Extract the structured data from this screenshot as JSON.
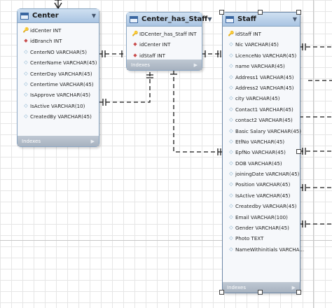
{
  "tables": {
    "center": {
      "title": "Center",
      "menu_glyph": "▼",
      "indexes_label": "Indexes",
      "indexes_arrow": "▶",
      "columns": [
        {
          "icon": "key-icon",
          "glyph": "🔑",
          "text": "idCenter INT"
        },
        {
          "icon": "foreign-key-icon",
          "glyph": "◆",
          "text": "idBranch INT"
        },
        {
          "icon": "column-icon",
          "glyph": "◇",
          "text": "CenterNO VARCHAR(5)"
        },
        {
          "icon": "column-icon",
          "glyph": "◇",
          "text": "CenterName VARCHAR(45)"
        },
        {
          "icon": "column-icon",
          "glyph": "◇",
          "text": "CenterDay VARCHAR(45)"
        },
        {
          "icon": "column-icon",
          "glyph": "◇",
          "text": "Centertime VARCHAR(45)"
        },
        {
          "icon": "column-icon",
          "glyph": "◇",
          "text": "IsApprove VARCHAR(45)"
        },
        {
          "icon": "column-icon",
          "glyph": "◇",
          "text": "IsActive VARCHAR(10)"
        },
        {
          "icon": "column-icon",
          "glyph": "◇",
          "text": "CreatedBy VARCHAR(45)"
        }
      ]
    },
    "center_has_staff": {
      "title": "Center_has_Staff",
      "menu_glyph": "▼",
      "indexes_label": "Indexes",
      "indexes_arrow": "▶",
      "columns": [
        {
          "icon": "key-icon",
          "glyph": "🔑",
          "text": "IDCenter_has_Staff INT"
        },
        {
          "icon": "foreign-key-icon",
          "glyph": "◆",
          "text": "idCenter INT"
        },
        {
          "icon": "foreign-key-icon",
          "glyph": "◆",
          "text": "idStaff INT"
        }
      ]
    },
    "staff": {
      "title": "Staff",
      "menu_glyph": "▼",
      "indexes_label": "Indexes",
      "indexes_arrow": "▶",
      "columns": [
        {
          "icon": "key-icon",
          "glyph": "🔑",
          "text": "idStaff INT"
        },
        {
          "icon": "column-icon",
          "glyph": "◇",
          "text": "Nic VARCHAR(45)"
        },
        {
          "icon": "column-icon",
          "glyph": "◇",
          "text": "LicenceNo VARCHAR(45)"
        },
        {
          "icon": "column-icon",
          "glyph": "◇",
          "text": "name VARCHAR(45)"
        },
        {
          "icon": "column-icon",
          "glyph": "◇",
          "text": "Address1 VARCHAR(45)"
        },
        {
          "icon": "column-icon",
          "glyph": "◇",
          "text": "Address2 VARCHAR(45)"
        },
        {
          "icon": "column-icon",
          "glyph": "◇",
          "text": "city VARCHAR(45)"
        },
        {
          "icon": "column-icon",
          "glyph": "◇",
          "text": "Contact1 VARCHAR(45)"
        },
        {
          "icon": "column-icon",
          "glyph": "◇",
          "text": "contact2 VARCHAR(45)"
        },
        {
          "icon": "column-icon",
          "glyph": "◇",
          "text": "Basic Salary VARCHAR(45)"
        },
        {
          "icon": "column-icon",
          "glyph": "◇",
          "text": "EtfNo VARCHAR(45)"
        },
        {
          "icon": "column-icon",
          "glyph": "◇",
          "text": "EpfNo VARCHAR(45)"
        },
        {
          "icon": "column-icon",
          "glyph": "◇",
          "text": "DOB VARCHAR(45)"
        },
        {
          "icon": "column-icon",
          "glyph": "◇",
          "text": "joiningDate VARCHAR(45)"
        },
        {
          "icon": "column-icon",
          "glyph": "◇",
          "text": "Position VARCHAR(45)"
        },
        {
          "icon": "column-icon",
          "glyph": "◇",
          "text": "IsActive VARCHAR(45)"
        },
        {
          "icon": "column-icon",
          "glyph": "◇",
          "text": "Createdby VARCHAR(45)"
        },
        {
          "icon": "column-icon",
          "glyph": "◇",
          "text": "Email VARCHAR(100)"
        },
        {
          "icon": "column-icon",
          "glyph": "◇",
          "text": "Gender VARCHAR(45)"
        },
        {
          "icon": "column-icon",
          "glyph": "◇",
          "text": "Photo TEXT"
        },
        {
          "icon": "column-icon",
          "glyph": "◇",
          "text": "NameWithinitials VARCHA..."
        }
      ]
    }
  },
  "colors": {
    "connector": "#1a1a1a",
    "title_bar": "#b8cfe8",
    "key": "#d0a400",
    "foreign_key": "#c84b4b"
  }
}
